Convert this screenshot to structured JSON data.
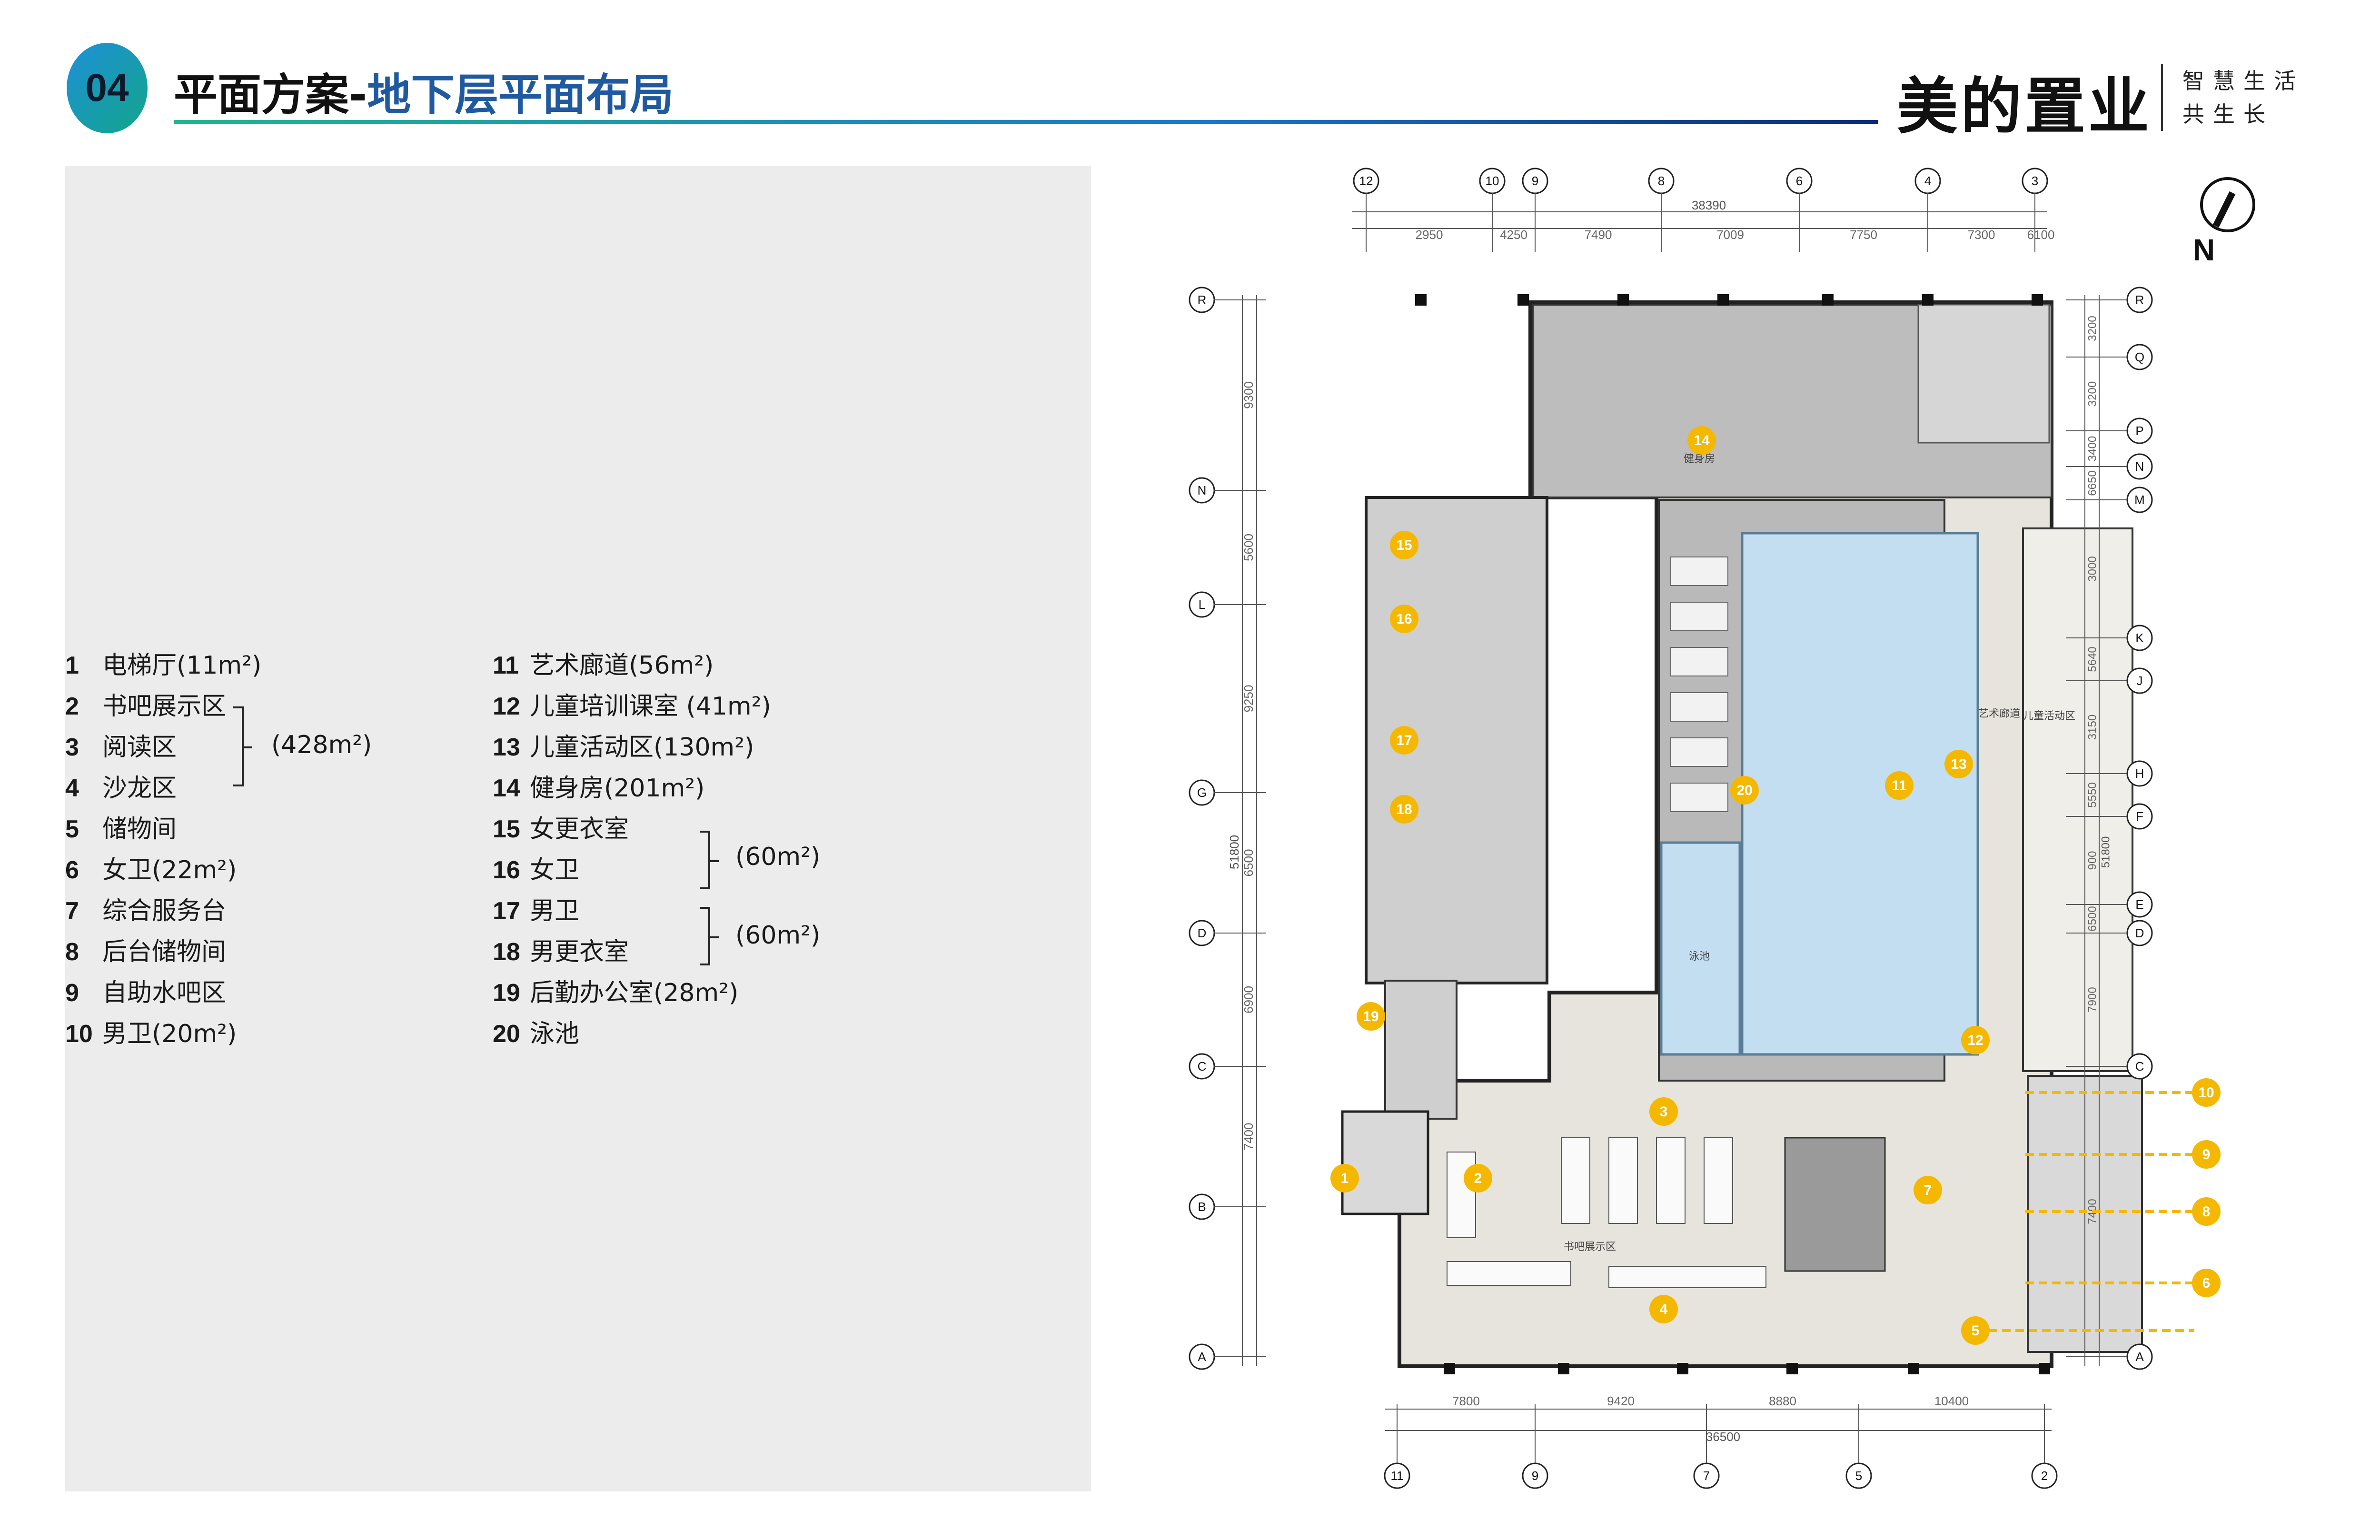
{
  "header": {
    "badge_number": "04",
    "title_main": "平面方案-",
    "title_sub": "地下层平面布局",
    "brand": "美的置业",
    "slogan_line1": "智慧生活",
    "slogan_line2": "共生长"
  },
  "colors": {
    "accent_blue": "#1f5aa0",
    "marker_yellow": "#f5b800",
    "pool_blue": "#bfdcef",
    "panel_gray": "#ececec"
  },
  "legend_left": [
    {
      "num": "1",
      "label": "电梯厅(11m²)"
    },
    {
      "num": "2",
      "label": "书吧展示区"
    },
    {
      "num": "3",
      "label": "阅读区"
    },
    {
      "num": "4",
      "label": "沙龙区"
    },
    {
      "num": "5",
      "label": "储物间"
    },
    {
      "num": "6",
      "label": "女卫(22m²)"
    },
    {
      "num": "7",
      "label": "综合服务台"
    },
    {
      "num": "8",
      "label": "后台储物间"
    },
    {
      "num": "9",
      "label": "自助水吧区"
    },
    {
      "num": "10",
      "label": "男卫(20m²)"
    }
  ],
  "legend_right": [
    {
      "num": "11",
      "label": "艺术廊道(56m²)"
    },
    {
      "num": "12",
      "label": "儿童培训课室 (41m²)"
    },
    {
      "num": "13",
      "label": "儿童活动区(130m²)"
    },
    {
      "num": "14",
      "label": "健身房(201m²)"
    },
    {
      "num": "15",
      "label": "女更衣室"
    },
    {
      "num": "16",
      "label": "女卫"
    },
    {
      "num": "17",
      "label": "男卫"
    },
    {
      "num": "18",
      "label": "男更衣室"
    },
    {
      "num": "19",
      "label": "后勤办公室(28m²)"
    },
    {
      "num": "20",
      "label": "泳池"
    }
  ],
  "group_notes": {
    "g_2_4": "(428m²)",
    "g_15_16": "(60m²)",
    "g_17_18": "(60m²)"
  },
  "plan": {
    "north_label": "N",
    "top_axes": [
      "12",
      "10",
      "9",
      "8",
      "6",
      "4",
      "3"
    ],
    "bottom_axes": [
      "11",
      "9",
      "7",
      "5",
      "2"
    ],
    "left_axes": [
      "R",
      "N",
      "L",
      "G",
      "D",
      "C",
      "B",
      "A"
    ],
    "right_axes": [
      "R",
      "Q",
      "P",
      "N",
      "M",
      "K",
      "J",
      "H",
      "F",
      "E",
      "D",
      "C",
      "A"
    ],
    "top_dims": [
      "2950",
      "4250",
      "7490",
      "7009",
      "7750",
      "7300",
      "6100"
    ],
    "top_total": "38390",
    "bottom_dims": [
      "7800",
      "9420",
      "8880",
      "10400"
    ],
    "bottom_total": "36500",
    "left_dims": [
      "9300",
      "5600",
      "9250",
      "6500",
      "6900",
      "7400"
    ],
    "left_total": "51800",
    "right_dims": [
      "3200",
      "3200",
      "3400",
      "6650",
      "3000",
      "5640",
      "3150",
      "5550",
      "900",
      "6500",
      "7900",
      "7400"
    ],
    "right_total": "51800",
    "markers": [
      "1",
      "2",
      "3",
      "4",
      "5",
      "6",
      "7",
      "8",
      "9",
      "10",
      "11",
      "12",
      "13",
      "14",
      "15",
      "16",
      "17",
      "18",
      "19",
      "20"
    ],
    "room_labels": [
      "健身房",
      "儿童活动区",
      "艺术廊道",
      "书吧展示区",
      "泳池"
    ]
  }
}
